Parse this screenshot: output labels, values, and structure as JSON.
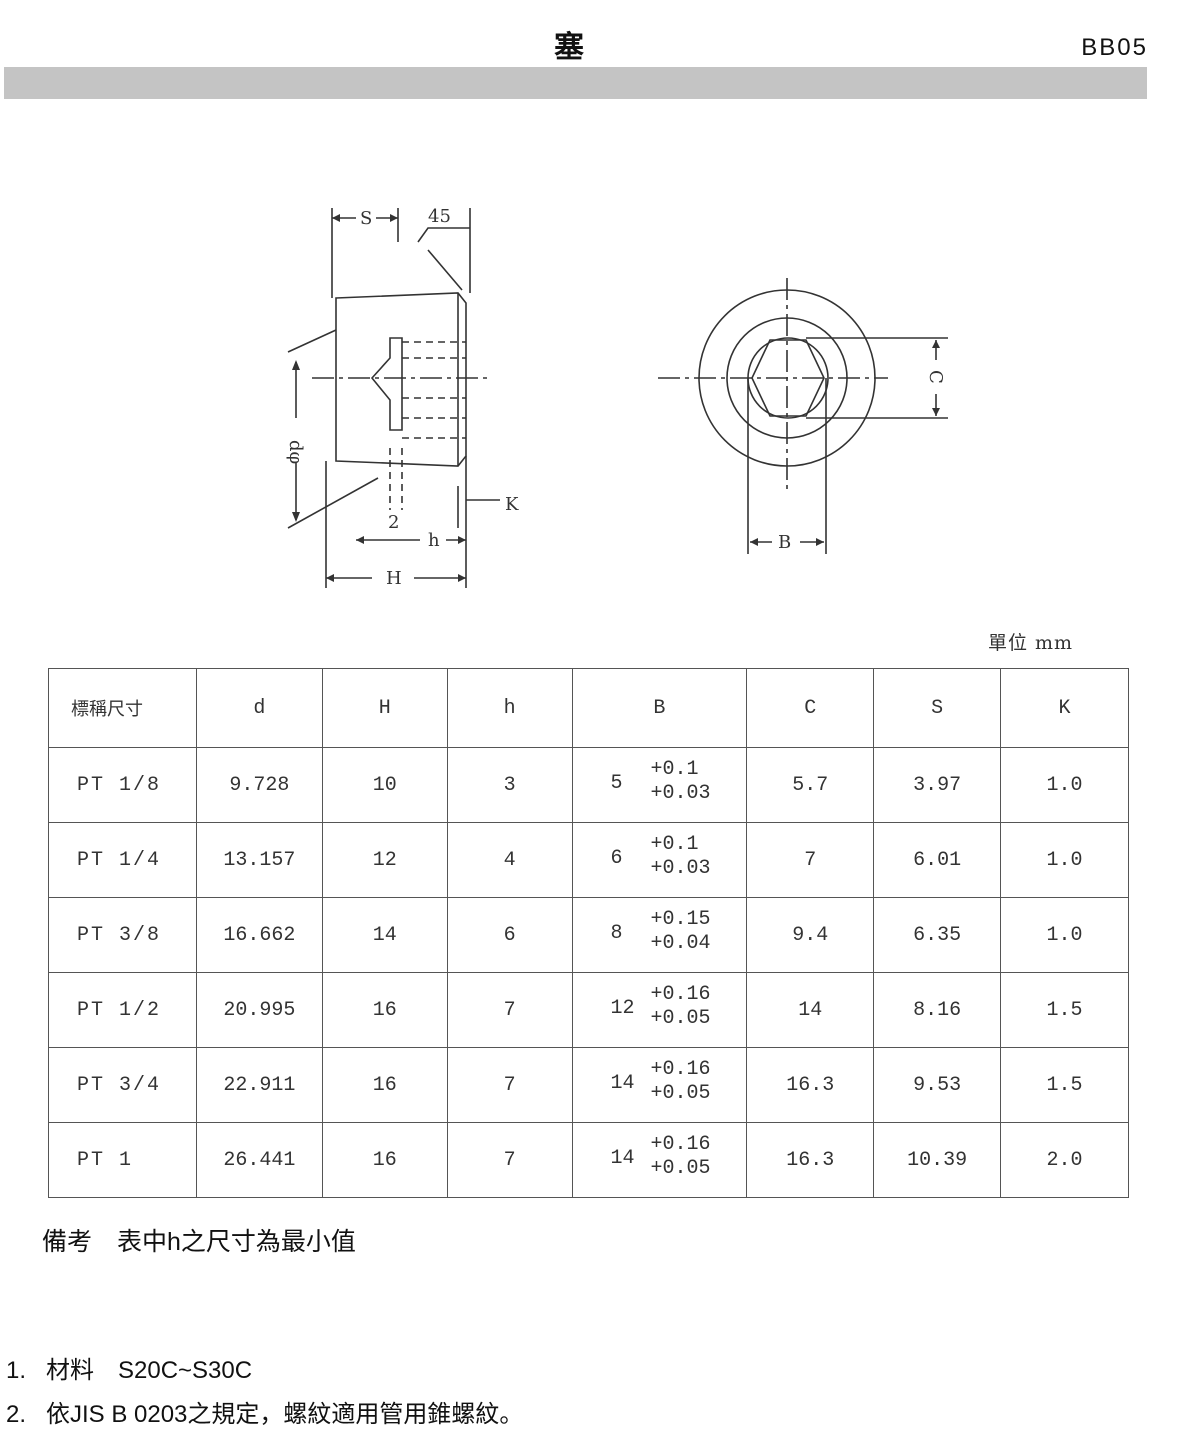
{
  "header": {
    "title": "塞",
    "code": "BB05"
  },
  "drawing": {
    "labels": {
      "s": "S",
      "angle": "45",
      "diameter": "dφ",
      "two": "2",
      "k": "K",
      "h": "h",
      "H": "H",
      "c": "C",
      "b": "B"
    }
  },
  "unit": "單位 mm",
  "table": {
    "headers": [
      "標稱尺寸",
      "d",
      "H",
      "h",
      "B",
      "C",
      "S",
      "K"
    ],
    "rows": [
      {
        "size": "PT 1/8",
        "d": "9.728",
        "H": "10",
        "h": "3",
        "b": "5",
        "b_upper": "+0.1",
        "b_lower": "+0.03",
        "c": "5.7",
        "s": "3.97",
        "k": "1.0"
      },
      {
        "size": "PT 1/4",
        "d": "13.157",
        "H": "12",
        "h": "4",
        "b": "6",
        "b_upper": "+0.1",
        "b_lower": "+0.03",
        "c": "7",
        "s": "6.01",
        "k": "1.0"
      },
      {
        "size": "PT 3/8",
        "d": "16.662",
        "H": "14",
        "h": "6",
        "b": "8",
        "b_upper": "+0.15",
        "b_lower": "+0.04",
        "c": "9.4",
        "s": "6.35",
        "k": "1.0"
      },
      {
        "size": "PT 1/2",
        "d": "20.995",
        "H": "16",
        "h": "7",
        "b": "12",
        "b_upper": "+0.16",
        "b_lower": "+0.05",
        "c": "14",
        "s": "8.16",
        "k": "1.5"
      },
      {
        "size": "PT 3/4",
        "d": "22.911",
        "H": "16",
        "h": "7",
        "b": "14",
        "b_upper": "+0.16",
        "b_lower": "+0.05",
        "c": "16.3",
        "s": "9.53",
        "k": "1.5"
      },
      {
        "size": "PT 1",
        "d": "26.441",
        "H": "16",
        "h": "7",
        "b": "14",
        "b_upper": "+0.16",
        "b_lower": "+0.05",
        "c": "16.3",
        "s": "10.39",
        "k": "2.0"
      }
    ]
  },
  "remark": "備考　表中h之尺寸為最小值",
  "notes": [
    {
      "num": "1.",
      "text": "材料　S20C~S30C"
    },
    {
      "num": "2.",
      "text": "依JIS B 0203之規定，螺紋適用管用錐螺紋。"
    }
  ]
}
